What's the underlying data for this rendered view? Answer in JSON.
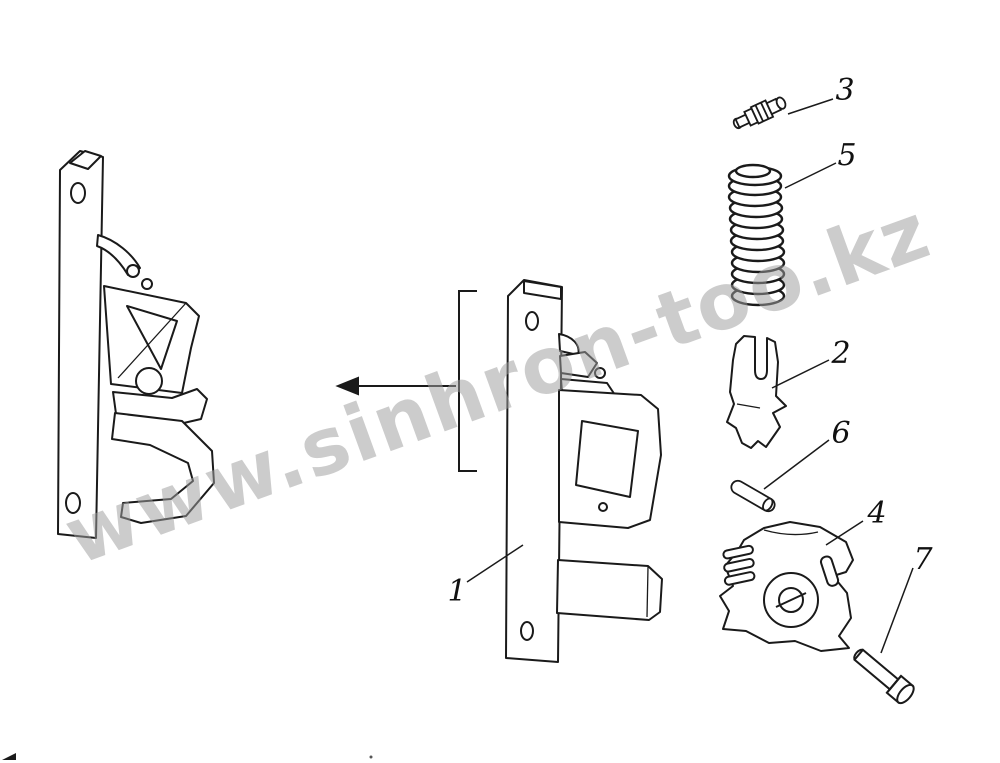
{
  "figure": {
    "watermark": "www.sinhron-too.kz",
    "part_labels": {
      "p1": "1",
      "p2": "2",
      "p3": "3",
      "p4": "4",
      "p5": "5",
      "p6": "6",
      "p7": "7"
    }
  }
}
